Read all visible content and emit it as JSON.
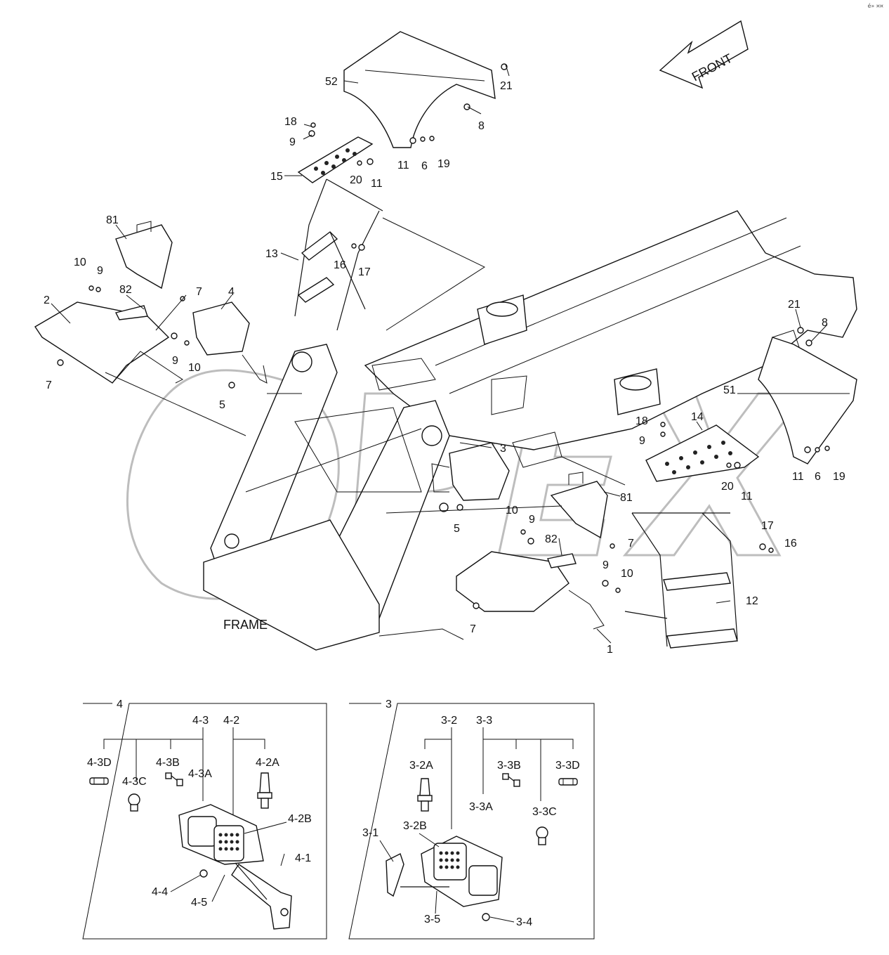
{
  "corner_mark": "é» ¤¤",
  "front_arrow": {
    "label": "FRONT"
  },
  "watermark": {
    "text": "OPEX"
  },
  "frame_label": "FRAME",
  "labels": [
    {
      "id": "52",
      "text": "52"
    },
    {
      "id": "21a",
      "text": "21"
    },
    {
      "id": "8a",
      "text": "8"
    },
    {
      "id": "18a",
      "text": "18"
    },
    {
      "id": "9a",
      "text": "9"
    },
    {
      "id": "11a",
      "text": "11"
    },
    {
      "id": "6a",
      "text": "6"
    },
    {
      "id": "19a",
      "text": "19"
    },
    {
      "id": "20a",
      "text": "20"
    },
    {
      "id": "11b",
      "text": "11"
    },
    {
      "id": "15",
      "text": "15"
    },
    {
      "id": "81a",
      "text": "81"
    },
    {
      "id": "13",
      "text": "13"
    },
    {
      "id": "16a",
      "text": "16"
    },
    {
      "id": "17a",
      "text": "17"
    },
    {
      "id": "10a",
      "text": "10"
    },
    {
      "id": "9b",
      "text": "9"
    },
    {
      "id": "82a",
      "text": "82"
    },
    {
      "id": "7a",
      "text": "7"
    },
    {
      "id": "4",
      "text": "4"
    },
    {
      "id": "2",
      "text": "2"
    },
    {
      "id": "9c",
      "text": "9"
    },
    {
      "id": "10b",
      "text": "10"
    },
    {
      "id": "7b",
      "text": "7"
    },
    {
      "id": "5a",
      "text": "5"
    },
    {
      "id": "21b",
      "text": "21"
    },
    {
      "id": "8b",
      "text": "8"
    },
    {
      "id": "51",
      "text": "51"
    },
    {
      "id": "18b",
      "text": "18"
    },
    {
      "id": "14",
      "text": "14"
    },
    {
      "id": "9d",
      "text": "9"
    },
    {
      "id": "3",
      "text": "3"
    },
    {
      "id": "20b",
      "text": "20"
    },
    {
      "id": "11c",
      "text": "11"
    },
    {
      "id": "6b",
      "text": "6"
    },
    {
      "id": "19b",
      "text": "19"
    },
    {
      "id": "11d",
      "text": "11"
    },
    {
      "id": "81b",
      "text": "81"
    },
    {
      "id": "10c",
      "text": "10"
    },
    {
      "id": "9e",
      "text": "9"
    },
    {
      "id": "5b",
      "text": "5"
    },
    {
      "id": "17b",
      "text": "17"
    },
    {
      "id": "16b",
      "text": "16"
    },
    {
      "id": "82b",
      "text": "82"
    },
    {
      "id": "7c",
      "text": "7"
    },
    {
      "id": "9f",
      "text": "9"
    },
    {
      "id": "10d",
      "text": "10"
    },
    {
      "id": "12",
      "text": "12"
    },
    {
      "id": "7d",
      "text": "7"
    },
    {
      "id": "1",
      "text": "1"
    }
  ],
  "detail_4": {
    "title": "4",
    "labels": [
      "4-3",
      "4-2",
      "4-3D",
      "4-3B",
      "4-2A",
      "4-3C",
      "4-3A",
      "4-2B",
      "4-1",
      "4-4",
      "4-5"
    ]
  },
  "detail_3": {
    "title": "3",
    "labels": [
      "3-2",
      "3-3",
      "3-2A",
      "3-3B",
      "3-3D",
      "3-3A",
      "3-3C",
      "3-2B",
      "3-1",
      "3-5",
      "3-4"
    ]
  }
}
